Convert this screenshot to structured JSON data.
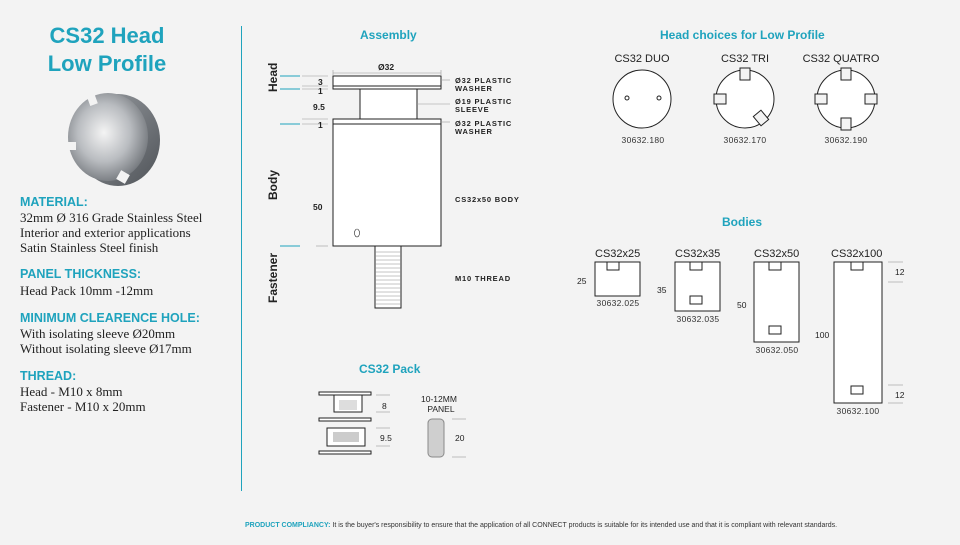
{
  "title": {
    "line1": "CS32 Head",
    "line2": "Low Profile"
  },
  "specs": {
    "material": {
      "heading": "MATERIAL:",
      "lines": [
        "32mm Ø 316 Grade Stainless Steel",
        "Interior and exterior applications",
        "Satin Stainless Steel finish"
      ]
    },
    "panel_thickness": {
      "heading": "PANEL THICKNESS:",
      "lines": [
        "Head Pack 10mm -12mm"
      ]
    },
    "min_hole": {
      "heading": "MINIMUM CLEARENCE HOLE:",
      "lines": [
        "With isolating sleeve Ø20mm",
        "Without isolating sleeve Ø17mm"
      ]
    },
    "thread": {
      "heading": "THREAD:",
      "lines": [
        "Head - M10 x 8mm",
        "Fastener - M10 x 20mm"
      ]
    }
  },
  "assembly": {
    "heading": "Assembly",
    "axis": {
      "head": "Head",
      "body": "Body",
      "fastener": "Fastener"
    },
    "dims": {
      "top_dia": "Ø32",
      "d3": "3",
      "d1a": "1",
      "d95": "9.5",
      "d1b": "1",
      "d50": "50"
    },
    "labels": {
      "washer_top_1": "Ø32 PLASTIC",
      "washer_top_2": "WASHER",
      "sleeve_1": "Ø19 PLASTIC",
      "sleeve_2": "SLEEVE",
      "washer_bot_1": "Ø32 PLASTIC",
      "washer_bot_2": "WASHER",
      "body": "CS32x50 BODY",
      "thread": "M10 THREAD"
    }
  },
  "pack": {
    "heading": "CS32 Pack",
    "dim8": "8",
    "dim95": "9.5",
    "panel_1": "10-12MM",
    "panel_2": "PANEL",
    "dim20": "20"
  },
  "head_choices": {
    "heading": "Head choices for Low Profile",
    "items": [
      {
        "name": "CS32 DUO",
        "code": "30632.180"
      },
      {
        "name": "CS32 TRI",
        "code": "30632.170"
      },
      {
        "name": "CS32 QUATRO",
        "code": "30632.190"
      }
    ]
  },
  "bodies": {
    "heading": "Bodies",
    "items": [
      {
        "name": "CS32x25",
        "code": "30632.025",
        "dim": "25"
      },
      {
        "name": "CS32x35",
        "code": "30632.035",
        "dim": "35"
      },
      {
        "name": "CS32x50",
        "code": "30632.050",
        "dim": "50"
      },
      {
        "name": "CS32x100",
        "code": "30632.100",
        "dim": "100"
      }
    ],
    "dim12_top": "12",
    "dim12_bot": "12"
  },
  "footer": {
    "label": "PRODUCT COMPLIANCY:",
    "text": "It is the buyer's responsibility to ensure that the application of all CONNECT products is suitable for its intended use and that it is compliant with relevant standards."
  },
  "colors": {
    "accent": "#1fa3bd",
    "background": "#f3f3f3"
  }
}
